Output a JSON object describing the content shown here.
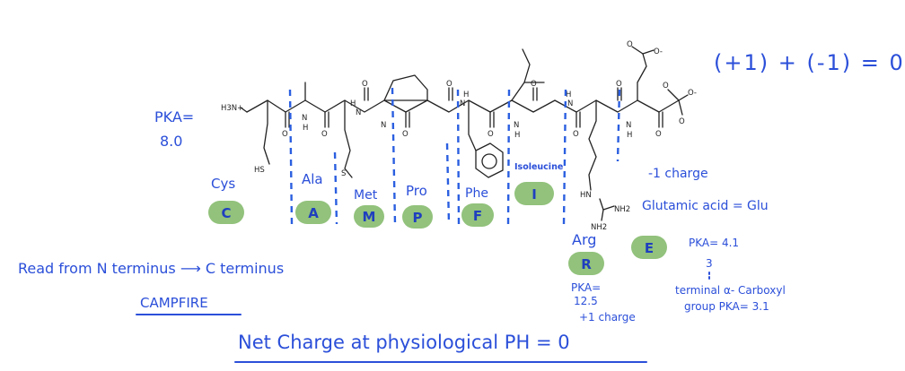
{
  "equation": "(+1) + (-1) = 0",
  "n_term_pka_label": "PKA=",
  "n_term_pka_value": "8.0",
  "atoms": {
    "h3n": "H3N+",
    "hs": "HS",
    "s": "S",
    "o": "O",
    "n": "N",
    "h": "H",
    "hn": "HN",
    "nh2": "NH2",
    "nh2plus": "NH2",
    "o_minus": "O-"
  },
  "residues": [
    {
      "name": "Cys",
      "letter": "C"
    },
    {
      "name": "Ala",
      "letter": "A"
    },
    {
      "name": "Met",
      "letter": "M"
    },
    {
      "name": "Pro",
      "letter": "P"
    },
    {
      "name": "Phe",
      "letter": "F"
    },
    {
      "name": "Isoleucine",
      "letter": "I"
    },
    {
      "name": "Arg",
      "letter": "R"
    },
    {
      "name": "Glutamic acid = Glu",
      "letter": "E"
    }
  ],
  "arg_notes": {
    "pka_label": "PKA=",
    "pka_value": "12.5",
    "charge": "+1 charge"
  },
  "glu_notes": {
    "charge": "-1 charge",
    "pka": "PKA= 4.1",
    "three": "3",
    "terminal_line1": "terminal α- Carboxyl",
    "terminal_line2": "group PKA= 3.1"
  },
  "read_direction": "Read from N terminus ⟶ C terminus",
  "sequence_word": "CAMPFIRE",
  "net_charge": "Net Charge at physiological PH = 0",
  "colors": {
    "ink": "#2b4fd9",
    "pill": "#92c27c",
    "divider": "#2b5fe0"
  }
}
